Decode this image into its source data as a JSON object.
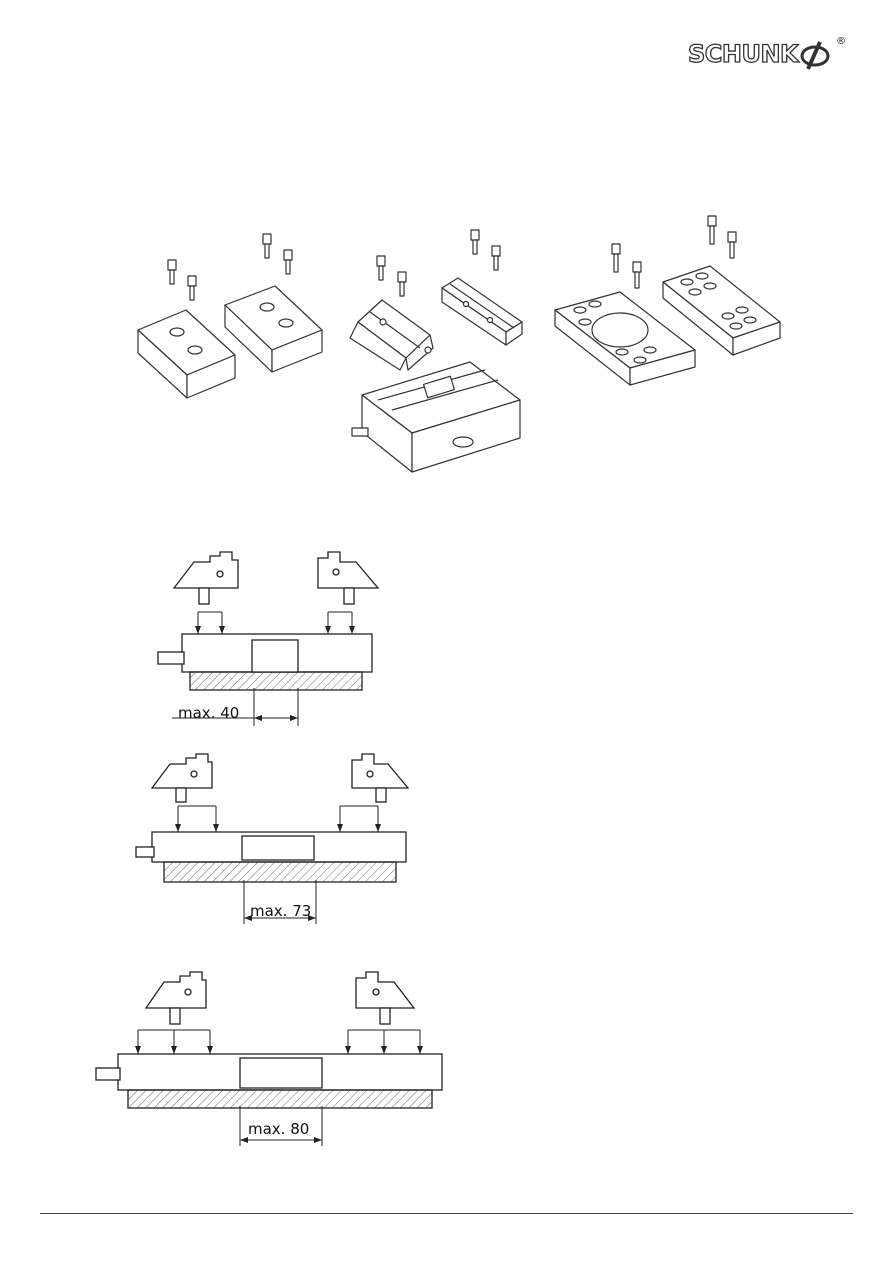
{
  "brand": {
    "name": "SCHUNK",
    "registered_mark": "®"
  },
  "drawings": {
    "parts_overview": {
      "description_icon": "jaw-blanks-and-vise-isometric"
    },
    "section_1": {
      "dimension_label": "max. 40"
    },
    "section_2": {
      "dimension_label": "max. 73"
    },
    "section_3": {
      "dimension_label": "max. 80"
    }
  }
}
